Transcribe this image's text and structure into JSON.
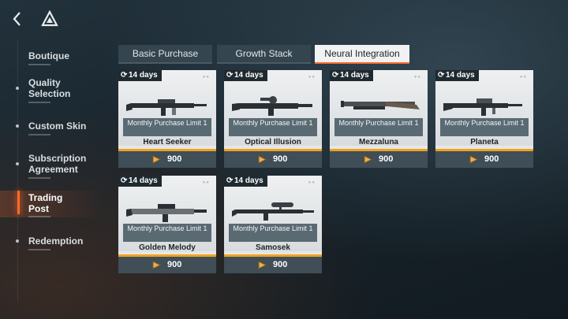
{
  "sidebar": {
    "items": [
      {
        "label": "Boutique"
      },
      {
        "label": "Quality Selection"
      },
      {
        "label": "Custom Skin"
      },
      {
        "label": "Subscription Agreement"
      },
      {
        "label": "Trading Post"
      },
      {
        "label": "Redemption"
      }
    ],
    "active_index": 4
  },
  "tabs": [
    {
      "label": "Basic Purchase"
    },
    {
      "label": "Growth Stack"
    },
    {
      "label": "Neural Integration"
    }
  ],
  "active_tab": 2,
  "products": [
    {
      "duration": "14 days",
      "limit": "Monthly Purchase Limit 1",
      "name": "Heart Seeker",
      "price": "900"
    },
    {
      "duration": "14 days",
      "limit": "Monthly Purchase Limit 1",
      "name": "Optical Illusion",
      "price": "900"
    },
    {
      "duration": "14 days",
      "limit": "Monthly Purchase Limit 1",
      "name": "Mezzaluna",
      "price": "900"
    },
    {
      "duration": "14 days",
      "limit": "Monthly Purchase Limit 1",
      "name": "Planeta",
      "price": "900"
    },
    {
      "duration": "14 days",
      "limit": "Monthly Purchase Limit 1",
      "name": "Golden Melody",
      "price": "900"
    },
    {
      "duration": "14 days",
      "limit": "Monthly Purchase Limit 1",
      "name": "Samosek",
      "price": "900"
    }
  ],
  "colors": {
    "accent": "#ff6a2a",
    "price_stripe": "#f2a11c",
    "card_bg": "#e4e7e9"
  },
  "icons": {
    "back": "chevron-left-icon",
    "logo": "triangle-logo-icon",
    "refresh": "refresh-icon",
    "coin": "coin-icon"
  }
}
